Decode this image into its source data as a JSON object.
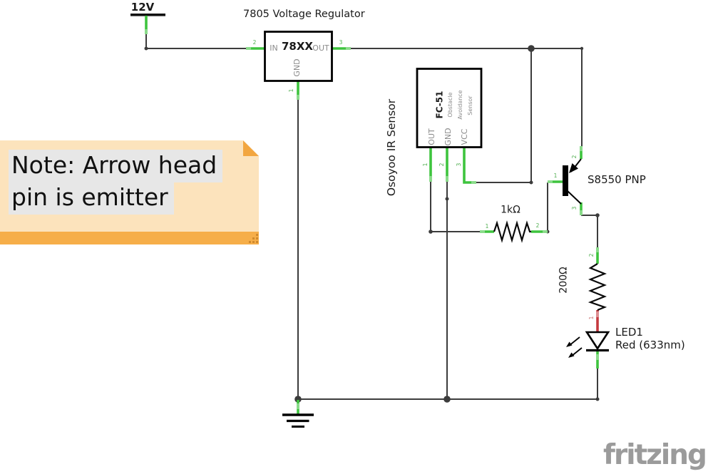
{
  "colors": {
    "background": "#FFFFFF",
    "wire": "#3C3C3C",
    "pin": "#3EC43E",
    "pin_end": "#8ADB8A",
    "red_wire": "#C5393F",
    "red_wire_end": "#DD8F93",
    "component_text_gray": "#8C8C8C",
    "pin_number_green": "#4FAE4F",
    "pin_number_red": "#C97070",
    "text_black": "#1A1A1A",
    "note_body": "#FCE3BC",
    "note_bar": "#F6AE49",
    "note_fold": "#F2A640",
    "note_grip": "#D08A2E",
    "note_highlight": "#E7E7E7",
    "watermark_gray": "#9B9B9B"
  },
  "power_supply": {
    "label": "12V"
  },
  "regulator": {
    "title": "7805 Voltage Regulator",
    "part_label": "78XX",
    "pin_in_label": "IN",
    "pin_out_label": "OUT",
    "pin_gnd_label": "GND",
    "pin_in_number": "2",
    "pin_out_number": "3",
    "pin_gnd_number": "1"
  },
  "ir_sensor": {
    "side_label": "Osoyoo IR Sensor",
    "part_label": "FC-51",
    "description": [
      "Obstacle",
      "Avoidance",
      "Sensor"
    ],
    "pin_labels": [
      "OUT",
      "GND",
      "VCC"
    ],
    "pin_numbers": [
      "1",
      "2",
      "3"
    ]
  },
  "transistor": {
    "label": "S8550 PNP",
    "base_number": "1",
    "emitter_number": "2",
    "collector_number": "3"
  },
  "resistor_1k": {
    "label": "1kΩ",
    "pin1_number": "1",
    "pin2_number": "2"
  },
  "resistor_200": {
    "label": "200Ω",
    "pin1_number": "1",
    "pin2_number": "2"
  },
  "led": {
    "designator": "LED1",
    "description": "Red (633nm)"
  },
  "note": {
    "line1": "Note: Arrow head",
    "line2": "pin is emitter"
  },
  "watermark": {
    "text": "fritzing"
  }
}
